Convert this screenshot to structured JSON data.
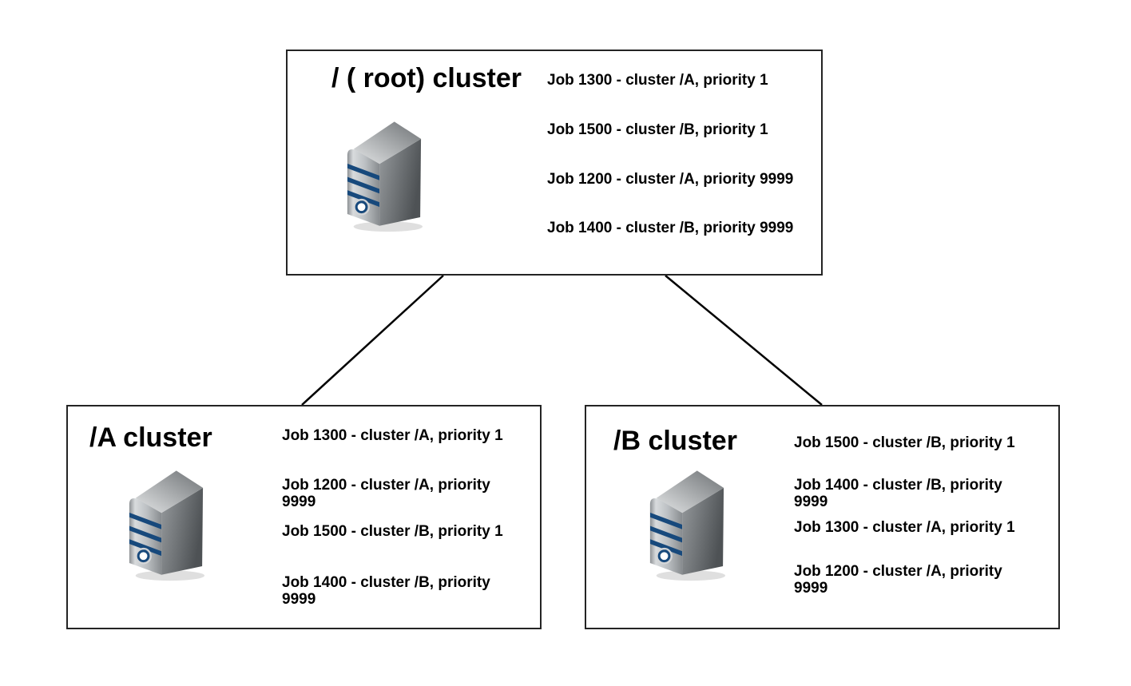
{
  "diagram": {
    "colors": {
      "background": "#ffffff",
      "box_border": "#242424",
      "connector_line": "#000000",
      "text": "#000000",
      "server_stripe": "#17497c"
    },
    "clusters": [
      {
        "id": "root",
        "title": "/ ( root) cluster",
        "icon": "server-tower-icon",
        "jobs": [
          "Job 1300 - cluster /A, priority 1",
          "Job 1500 - cluster /B, priority 1",
          "Job 1200 - cluster /A, priority 9999",
          "Job 1400 - cluster /B, priority 9999"
        ]
      },
      {
        "id": "cluster-a",
        "title": "/A cluster",
        "icon": "server-tower-icon",
        "jobs": [
          "Job 1300 - cluster /A, priority 1",
          "Job 1200 - cluster /A, priority 9999",
          "Job 1500 - cluster /B, priority 1",
          "Job 1400 - cluster /B, priority 9999"
        ]
      },
      {
        "id": "cluster-b",
        "title": "/B cluster",
        "icon": "server-tower-icon",
        "jobs": [
          "Job 1500 - cluster /B, priority 1",
          "Job 1400 - cluster /B, priority 9999",
          "Job 1300 - cluster /A, priority 1",
          "Job 1200 - cluster /A, priority 9999"
        ]
      }
    ],
    "connections": [
      {
        "from": "root",
        "to": "cluster-a"
      },
      {
        "from": "root",
        "to": "cluster-b"
      }
    ]
  }
}
